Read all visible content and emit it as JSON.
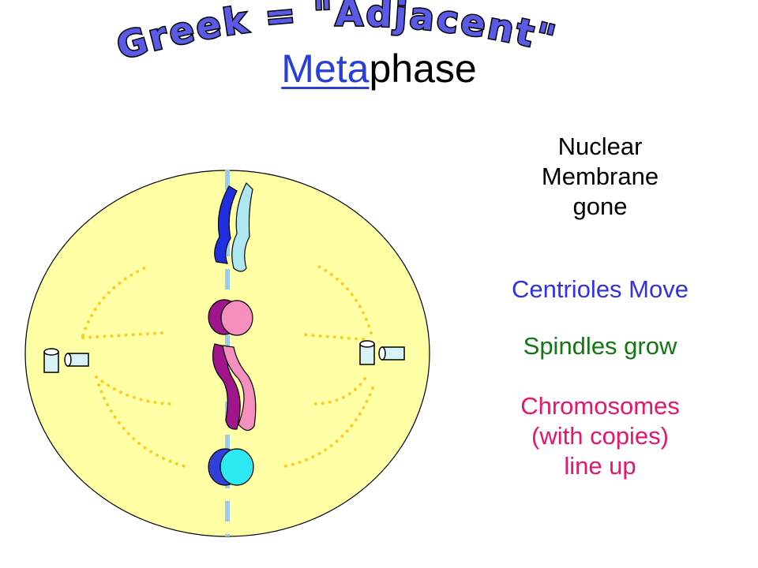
{
  "banner": "Greek = \"Adjacent\"",
  "title": {
    "prefix": "Meta",
    "suffix": "phase"
  },
  "labels": {
    "nuclear": [
      "Nuclear",
      "Membrane",
      "gone"
    ],
    "centrioles": "Centrioles Move",
    "spindles": "Spindles grow",
    "chromosomes": [
      "Chromosomes",
      "(with copies)",
      "line up"
    ]
  },
  "colors": {
    "cell_fill": "#ffffa5",
    "spindle": "#ffcc22",
    "equator": "#99ccee",
    "banner_fill": "#5a5ae6",
    "blue_chromatid": "#1f2fe0",
    "blue_chromatid_light": "#aee6f2",
    "pink_chromatid": "#f58fbe",
    "pink_chromatid_dark": "#a0148c",
    "cyan_chromosome": "#2ee8f2"
  }
}
